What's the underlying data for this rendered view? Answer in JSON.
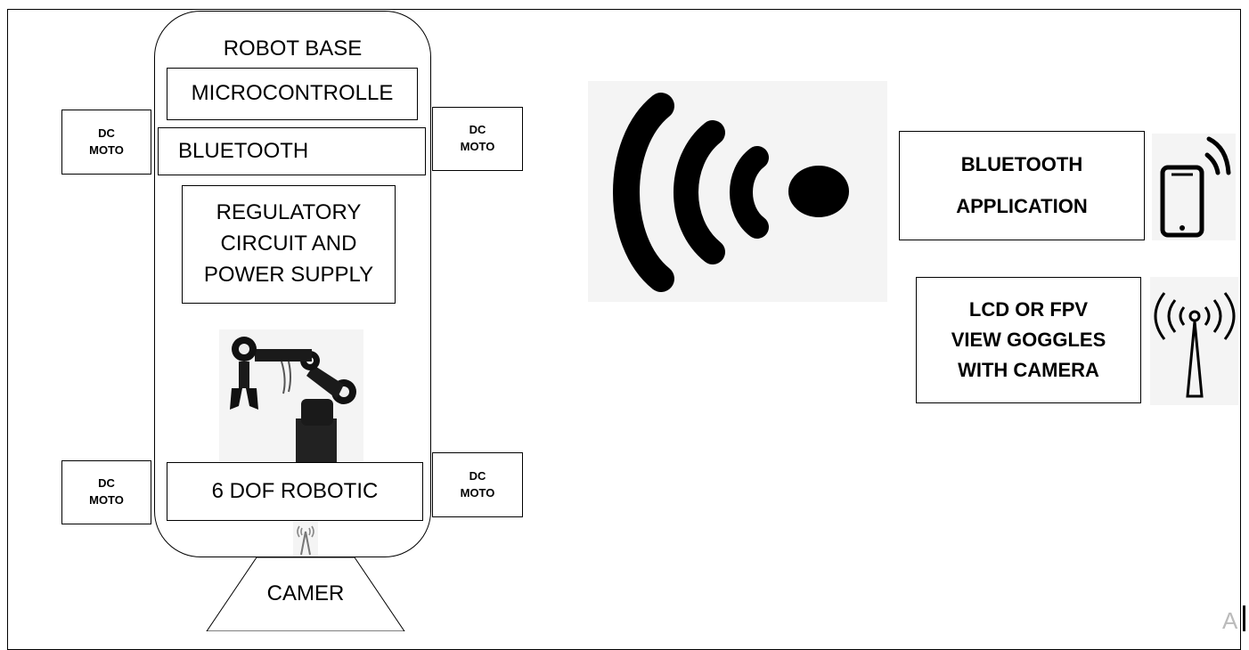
{
  "robot": {
    "base_title": "ROBOT BASE",
    "microcontroller": "MICROCONTROLLE",
    "bluetooth": "BLUETOOTH",
    "regulatory": [
      "REGULATORY",
      "CIRCUIT AND",
      "POWER SUPPLY"
    ],
    "arm": "6 DOF ROBOTIC",
    "camera": "CAMER"
  },
  "motors": {
    "top_left": [
      "DC",
      "MOTO"
    ],
    "top_right": [
      "DC",
      "MOTO"
    ],
    "bottom_left": [
      "DC",
      "MOTO"
    ],
    "bottom_right": [
      "DC",
      "MOTO"
    ]
  },
  "remote": {
    "bluetooth_app": [
      "BLUETOOTH",
      "APPLICATION"
    ],
    "lcd": [
      "LCD OR FPV",
      "VIEW GOGGLES",
      "WITH CAMERA"
    ]
  },
  "corner_glyph": "A",
  "icons": [
    "wireless-signal-icon",
    "robotic-arm-icon",
    "smartphone-icon",
    "antenna-tower-icon",
    "small-antenna-icon"
  ]
}
